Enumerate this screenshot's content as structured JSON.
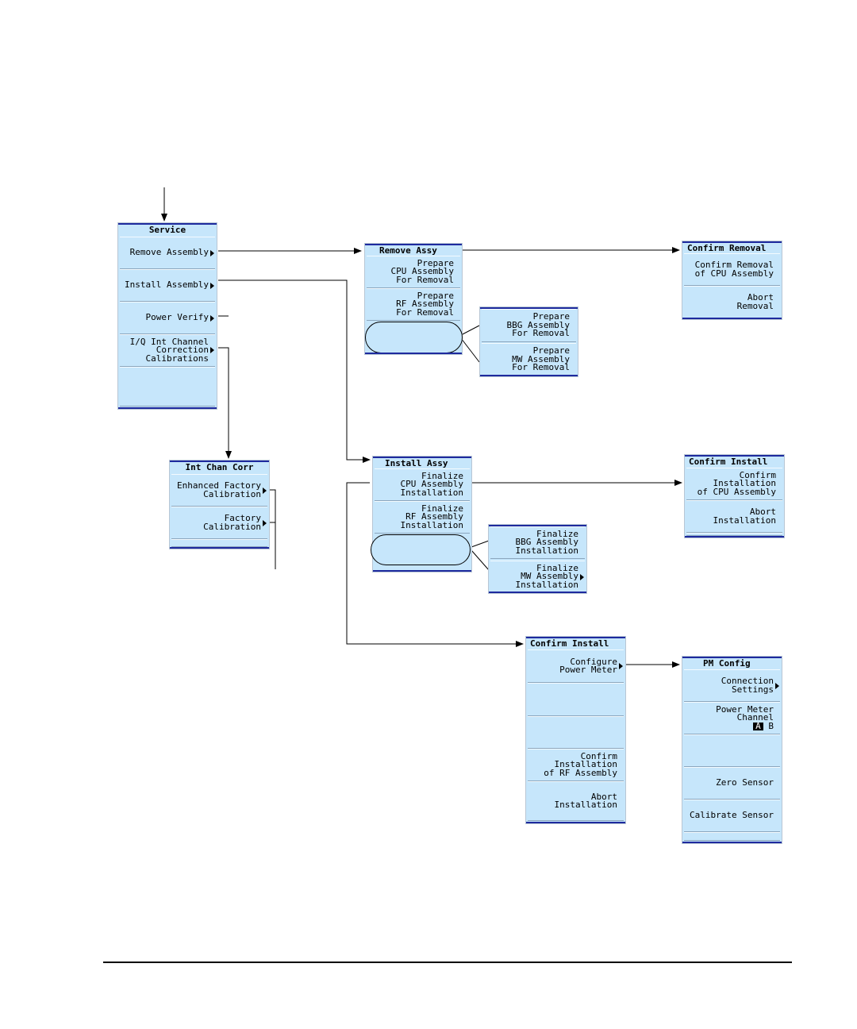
{
  "service": {
    "title": "Service",
    "keys": [
      {
        "lines": [
          "Remove Assembly"
        ],
        "has_submenu": true
      },
      {
        "lines": [
          "Install Assembly"
        ],
        "has_submenu": true
      },
      {
        "lines": [
          "Power Verify"
        ],
        "has_submenu": true
      },
      {
        "lines": [
          "I/Q Int Channel",
          "Correction",
          "Calibrations"
        ],
        "has_submenu": true
      }
    ]
  },
  "int_chan_corr": {
    "title": "Int Chan Corr",
    "keys": [
      {
        "lines": [
          "Enhanced Factory",
          "Calibration"
        ],
        "has_submenu": true
      },
      {
        "lines": [
          "Factory",
          "Calibration"
        ],
        "has_submenu": true
      }
    ]
  },
  "remove_assy": {
    "title": "Remove Assy",
    "keys": [
      {
        "lines": [
          "Prepare",
          "CPU Assembly",
          "For Removal"
        ]
      },
      {
        "lines": [
          "Prepare",
          "RF Assembly",
          "For Removal"
        ]
      }
    ],
    "options": [
      {
        "lines": [
          "Prepare",
          "BBG Assembly",
          "For Removal"
        ]
      },
      {
        "lines": [
          "Prepare",
          "MW Assembly",
          "For Removal"
        ]
      }
    ]
  },
  "confirm_removal": {
    "title": "Confirm Removal",
    "keys": [
      {
        "lines": [
          "Confirm Removal",
          "of CPU Assembly"
        ]
      },
      {
        "lines": [
          "Abort",
          "Removal"
        ]
      }
    ]
  },
  "install_assy": {
    "title": "Install Assy",
    "keys": [
      {
        "lines": [
          "Finalize",
          "CPU Assembly",
          "Installation"
        ]
      },
      {
        "lines": [
          "Finalize",
          "RF Assembly",
          "Installation"
        ]
      }
    ],
    "options": [
      {
        "lines": [
          "Finalize",
          "BBG Assembly",
          "Installation"
        ]
      },
      {
        "lines": [
          "Finalize",
          "MW Assembly",
          "Installation"
        ],
        "has_submenu": true
      }
    ]
  },
  "confirm_install_cpu": {
    "title": "Confirm Install",
    "keys": [
      {
        "lines": [
          "Confirm",
          "Installation",
          "of CPU Assembly"
        ]
      },
      {
        "lines": [
          "Abort",
          "Installation"
        ]
      }
    ]
  },
  "confirm_install_rf": {
    "title": "Confirm Install",
    "keys": [
      {
        "lines": [
          "Configure",
          "Power Meter"
        ],
        "has_submenu": true
      },
      {
        "lines": [
          ""
        ]
      },
      {
        "lines": [
          ""
        ]
      },
      {
        "lines": [
          "Confirm",
          "Installation",
          "of RF Assembly"
        ]
      },
      {
        "lines": [
          "Abort",
          "Installation"
        ]
      }
    ]
  },
  "pm_config": {
    "title": "PM Config",
    "keys": [
      {
        "lines": [
          "Connection",
          "Settings"
        ],
        "has_submenu": true
      },
      {
        "lines": [
          "Power Meter",
          "Channel"
        ],
        "choice": {
          "selected": "A",
          "other": "B"
        }
      },
      {
        "lines": [
          ""
        ]
      },
      {
        "lines": [
          "Zero Sensor"
        ]
      },
      {
        "lines": [
          "Calibrate Sensor"
        ]
      }
    ]
  }
}
